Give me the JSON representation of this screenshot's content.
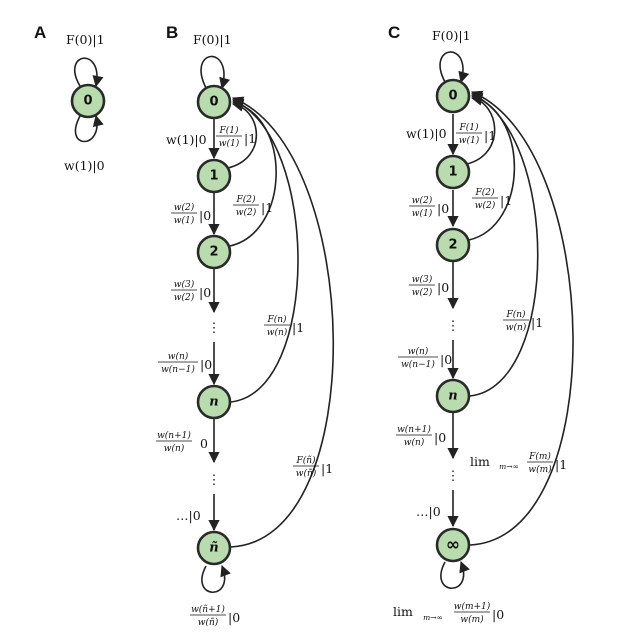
{
  "panels": {
    "A": {
      "letter": "A",
      "node0": "0",
      "self_loop_top": "F(0)|1",
      "self_loop_bottom": "w(1)|0"
    },
    "B": {
      "letter": "B",
      "nodes": [
        "0",
        "1",
        "2",
        "n",
        "ñ"
      ],
      "self_loop_top": "F(0)|1",
      "edge_0_1": "w(1)|0",
      "back_1": {
        "num": "F(1)",
        "den": "w(1)",
        "suffix": "|1"
      },
      "fwd_1_2": {
        "num": "w(2)",
        "den": "w(1)",
        "suffix": "|0"
      },
      "back_2": {
        "num": "F(2)",
        "den": "w(2)",
        "suffix": "|1"
      },
      "fwd_2_dots": {
        "num": "w(3)",
        "den": "w(2)",
        "suffix": "|0"
      },
      "vdots": "⋮",
      "fwd_dots_n": {
        "num": "w(n)",
        "den": "w(n−1)",
        "suffix": "|0"
      },
      "back_n": {
        "num": "F(n)",
        "den": "w(n)",
        "suffix": "|1"
      },
      "fwd_n_dots": {
        "num": "w(n+1)",
        "den": "w(n)",
        "suffix": "0"
      },
      "fwd_dots_last": "…|0",
      "back_last": {
        "num": "F(ñ)",
        "den": "w(ñ)",
        "suffix": "|1"
      },
      "self_loop_bottom": {
        "num": "w(ñ+1)",
        "den": "w(ñ)",
        "suffix": "|0"
      }
    },
    "C": {
      "letter": "C",
      "nodes": [
        "0",
        "1",
        "2",
        "n",
        "∞"
      ],
      "self_loop_top": "F(0)|1",
      "edge_0_1": "w(1)|0",
      "back_1": {
        "num": "F(1)",
        "den": "w(1)",
        "suffix": "|1"
      },
      "fwd_1_2": {
        "num": "w(2)",
        "den": "w(1)",
        "suffix": "|0"
      },
      "back_2": {
        "num": "F(2)",
        "den": "w(2)",
        "suffix": "|1"
      },
      "fwd_2_dots": {
        "num": "w(3)",
        "den": "w(2)",
        "suffix": "|0"
      },
      "vdots": "⋮",
      "fwd_dots_n": {
        "num": "w(n)",
        "den": "w(n−1)",
        "suffix": "|0"
      },
      "back_n": {
        "num": "F(n)",
        "den": "w(n)",
        "suffix": "|1"
      },
      "fwd_n_dots": {
        "num": "w(n+1)",
        "den": "w(n)",
        "suffix": "|0"
      },
      "fwd_dots_last": "…|0",
      "back_last": {
        "prefix": "lim",
        "sub": "m→∞",
        "num": "F(m)",
        "den": "w(m)",
        "suffix": "|1"
      },
      "self_loop_bottom": {
        "prefix": "lim",
        "sub": "m→∞",
        "num": "w(m+1)",
        "den": "w(m)",
        "suffix": "|0"
      }
    }
  },
  "colors": {
    "node_fill": "#b9dcae",
    "stroke": "#222222"
  }
}
